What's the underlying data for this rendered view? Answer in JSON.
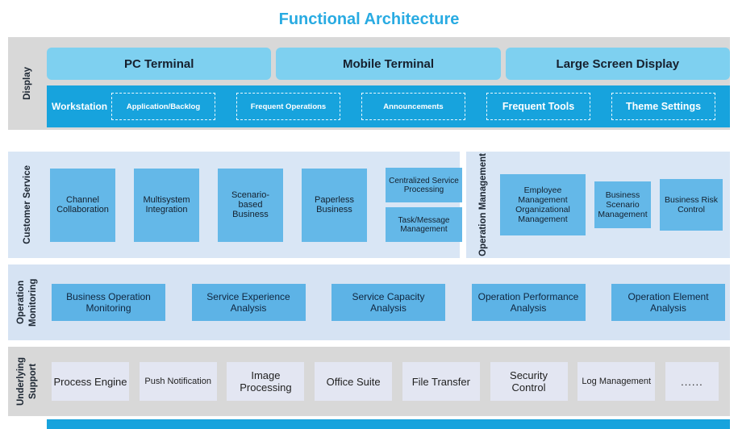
{
  "title": "Functional Architecture",
  "display": {
    "label": "Display",
    "terminals": [
      "PC Terminal",
      "Mobile Terminal",
      "Large Screen Display"
    ],
    "workstation": {
      "label": "Workstation",
      "items": [
        "Application/Backlog",
        "Frequent Operations",
        "Announcements",
        "Frequent Tools",
        "Theme Settings"
      ]
    }
  },
  "customer_service": {
    "label": "Customer Service",
    "items": [
      "Channel Collaboration",
      "Multisystem Integration",
      "Scenario-based Business",
      "Paperless Business"
    ],
    "stacked": [
      "Centralized Service Processing",
      "Task/Message Management"
    ]
  },
  "operation_management": {
    "label": "Operation Management",
    "items": [
      "Employee Management Organizational Management",
      "Business Scenario Management",
      "Business Risk Control"
    ]
  },
  "operation_monitoring": {
    "label": "Operation Monitoring",
    "items": [
      "Business Operation Monitoring",
      "Service Experience Analysis",
      "Service Capacity Analysis",
      "Operation Performance Analysis",
      "Operation Element Analysis"
    ]
  },
  "underlying_support": {
    "label": "Underlying Support",
    "items": [
      "Process Engine",
      "Push Notification",
      "Image Processing",
      "Office Suite",
      "File Transfer",
      "Security Control",
      "Log Management",
      "......"
    ]
  },
  "colors": {
    "accent": "#29abe2",
    "cyan_bar": "#17a3dd",
    "terminal_box": "#7ed0f0",
    "blue_box": "#64b8e8",
    "band_gray": "#d8d8d8",
    "band_blue": "#d9e6f5",
    "support_box": "#e3e6f2"
  }
}
